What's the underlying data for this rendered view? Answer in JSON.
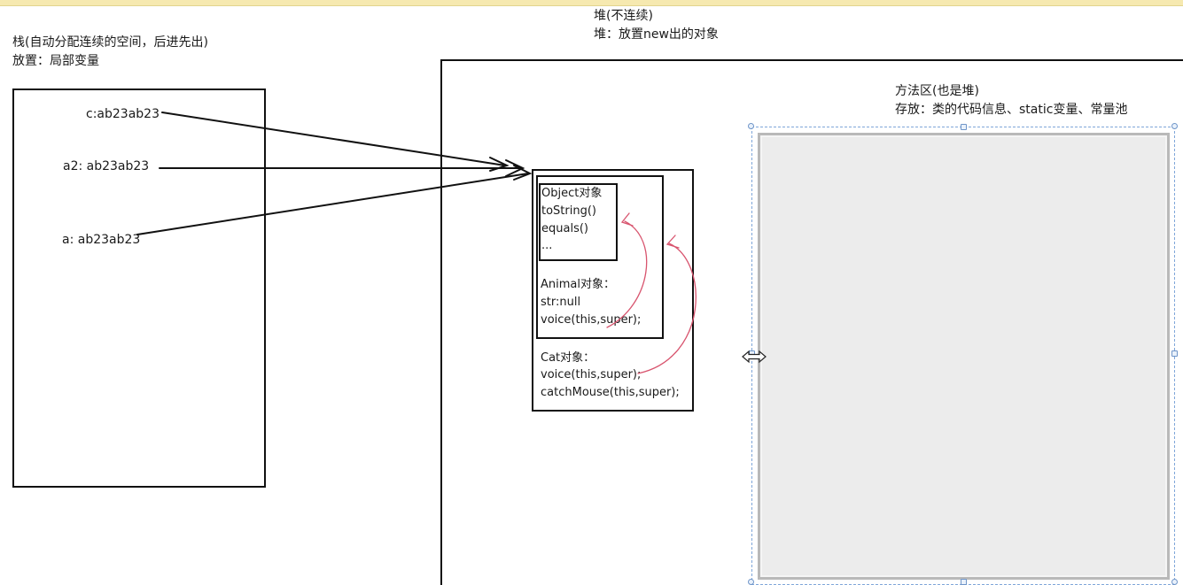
{
  "stack": {
    "title": "栈(自动分配连续的空间，后进先出)",
    "desc": "放置：局部变量",
    "vars": [
      {
        "id": "c",
        "text": "c:ab23ab23"
      },
      {
        "id": "a2",
        "text": "a2: ab23ab23"
      },
      {
        "id": "a",
        "text": "a: ab23ab23"
      }
    ]
  },
  "heap": {
    "title": "堆(不连续)",
    "desc": "堆：放置new出的对象"
  },
  "method_area": {
    "title": "方法区(也是堆)",
    "desc": "存放：类的代码信息、static变量、常量池"
  },
  "object_box": {
    "lines": [
      "Object对象",
      "toString()",
      "equals()",
      "..."
    ]
  },
  "animal_box": {
    "lines": [
      "Animal对象：",
      "str:null",
      "voice(this,super);"
    ]
  },
  "cat_box": {
    "lines": [
      "Cat对象：",
      "voice(this,super);",
      "catchMouse(this,super);"
    ]
  },
  "colors": {
    "ink": "#111111",
    "red_arrow": "#d8546e",
    "frame_fill": "#ececec",
    "selection": "#7fa6d9"
  }
}
